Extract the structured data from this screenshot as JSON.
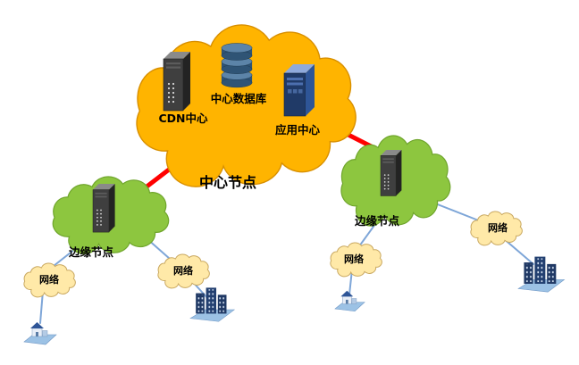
{
  "diagram": {
    "center_node": {
      "label": "中心节点",
      "cdn_center": "CDN中心",
      "central_database": "中心数据库",
      "app_center": "应用中心"
    },
    "edge_nodes": {
      "left": "边缘节点",
      "right": "边缘节点"
    },
    "networks": {
      "left_outer": "网络",
      "left_inner": "网络",
      "right_inner": "网络",
      "right_outer": "网络"
    },
    "colors": {
      "center_cloud": "#FFB400",
      "edge_cloud": "#8DC63F",
      "network_cloud": "#FFE9A8",
      "backbone_link": "#FF0000",
      "access_link": "#7EA6D8"
    }
  }
}
